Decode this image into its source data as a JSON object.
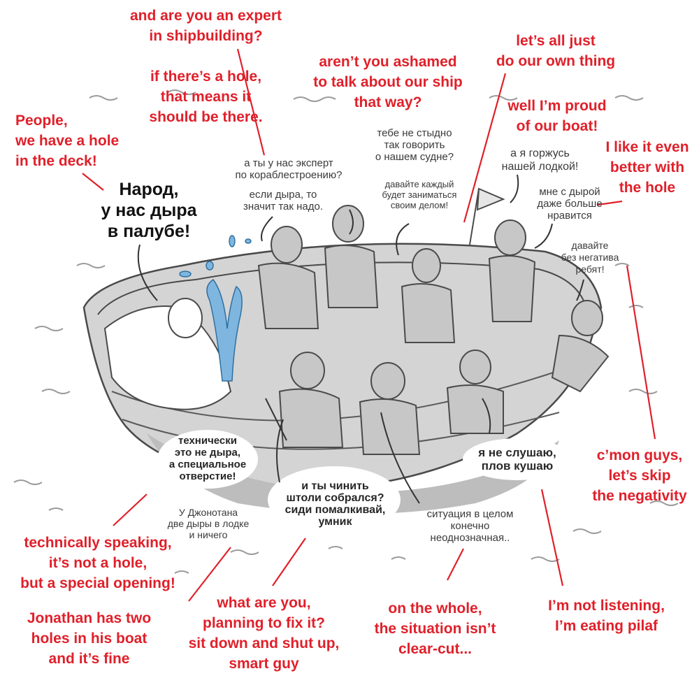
{
  "russian_labels": {
    "people_hole": "Народ,\nу нас дыра\nв палубе!",
    "expert": "а ты у нас эксперт\nпо кораблестроению?",
    "if_hole": "если дыра, то\nзначит так надо.",
    "ashamed": "тебе не стыдно\nтак говорить\nо нашем судне?",
    "own_thing": "давайте каждый\nбудет заниматься\nсвоим делом!",
    "proud": "а я горжусь\nнашей лодкой!",
    "like_hole": "мне с дырой\nдаже больше\nнравится",
    "no_negative": "давайте\nбез негатива\nребят!",
    "technically": "технически\nэто не дыра,\nа специальное\nотверстие!",
    "jonathan": "У Джонотана\nдве дыры в лодке\nи ничего",
    "fix_it": "и ты чинить\nштоли собрался?\nсиди помалкивай,\nумник",
    "situation": "ситуация в целом\nконечно\nнеоднозначная..",
    "pilaf": "я не слушаю,\nплов кушаю"
  },
  "english_labels": {
    "expert": "and are you an expert\nin shipbuilding?",
    "if_hole": "if there’s a hole,\nthat means it\nshould be there.",
    "people_hole": "People,\nwe have a hole\nin the deck!",
    "ashamed": "aren’t you ashamed\nto talk about our ship\nthat way?",
    "own_thing": "let’s all just\ndo our own thing",
    "proud": "well I’m proud\nof our boat!",
    "like_hole": "I like it even\nbetter with\nthe hole",
    "no_negative": "c’mon guys,\nlet’s skip\nthe negativity",
    "technically": "technically speaking,\nit’s not a hole,\nbut a special opening!",
    "jonathan": "Jonathan has two\nholes in his boat\nand it’s fine",
    "fix_it": "what are you,\nplanning to fix it?\nsit down and shut up,\nsmart guy",
    "situation": "on the whole,\nthe situation isn’t\nclear-cut...",
    "pilaf": "I’m not listening,\nI’m eating pilaf"
  },
  "colors": {
    "translation_red": "#e0202a",
    "boat_fill": "#d4d4d4",
    "boat_line": "#4a4a4a",
    "water_splash": "#7fb6e0",
    "russian_text": "#3a3a3a"
  }
}
